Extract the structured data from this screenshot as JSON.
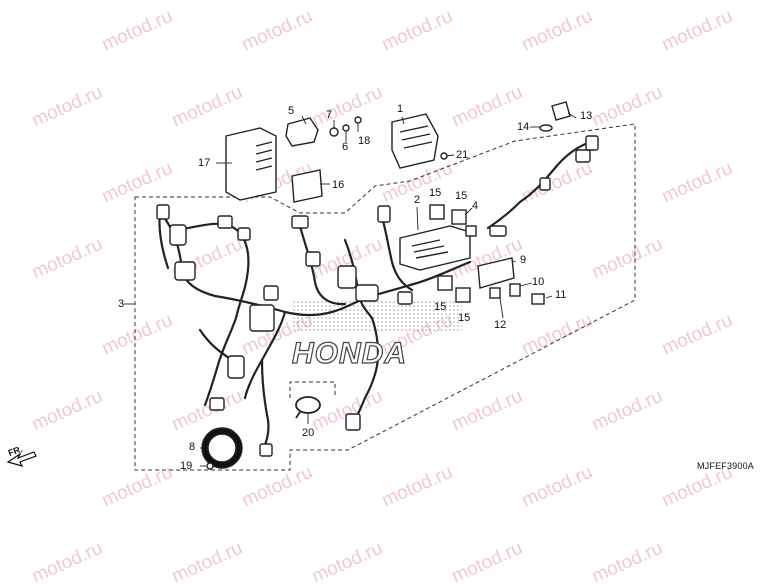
{
  "watermark": "motod.ru",
  "diagram_code": "MJFEF3900A",
  "direction_label": "FR.",
  "brand_text": "HONDA",
  "callouts": {
    "c1": "1",
    "c2": "2",
    "c3": "3",
    "c4": "4",
    "c5": "5",
    "c6": "6",
    "c7": "7",
    "c8": "8",
    "c9": "9",
    "c10": "10",
    "c11": "11",
    "c12": "12",
    "c13": "13",
    "c14": "14",
    "c15a": "15",
    "c15b": "15",
    "c15c": "15",
    "c15d": "15",
    "c16": "16",
    "c17": "17",
    "c18": "18",
    "c19": "19",
    "c20": "20",
    "c21": "21"
  }
}
